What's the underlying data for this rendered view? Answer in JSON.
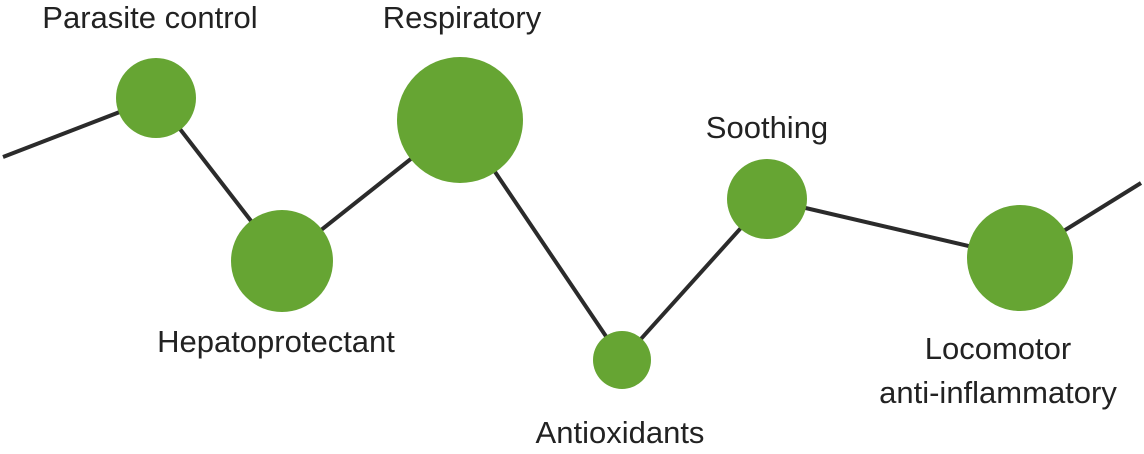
{
  "colors": {
    "node_fill": "#66a533",
    "line": "#2b2b2b",
    "text": "#222222"
  },
  "nodes": [
    {
      "id": "parasite",
      "label_lines": [
        "Parasite control"
      ]
    },
    {
      "id": "hepato",
      "label_lines": [
        "Hepatoprotectant"
      ]
    },
    {
      "id": "respiratory",
      "label_lines": [
        "Respiratory"
      ]
    },
    {
      "id": "antioxidants",
      "label_lines": [
        "Antioxidants"
      ]
    },
    {
      "id": "soothing",
      "label_lines": [
        "Soothing"
      ]
    },
    {
      "id": "locomotor",
      "label_lines": [
        "Locomotor",
        "anti-inflammatory"
      ]
    }
  ]
}
